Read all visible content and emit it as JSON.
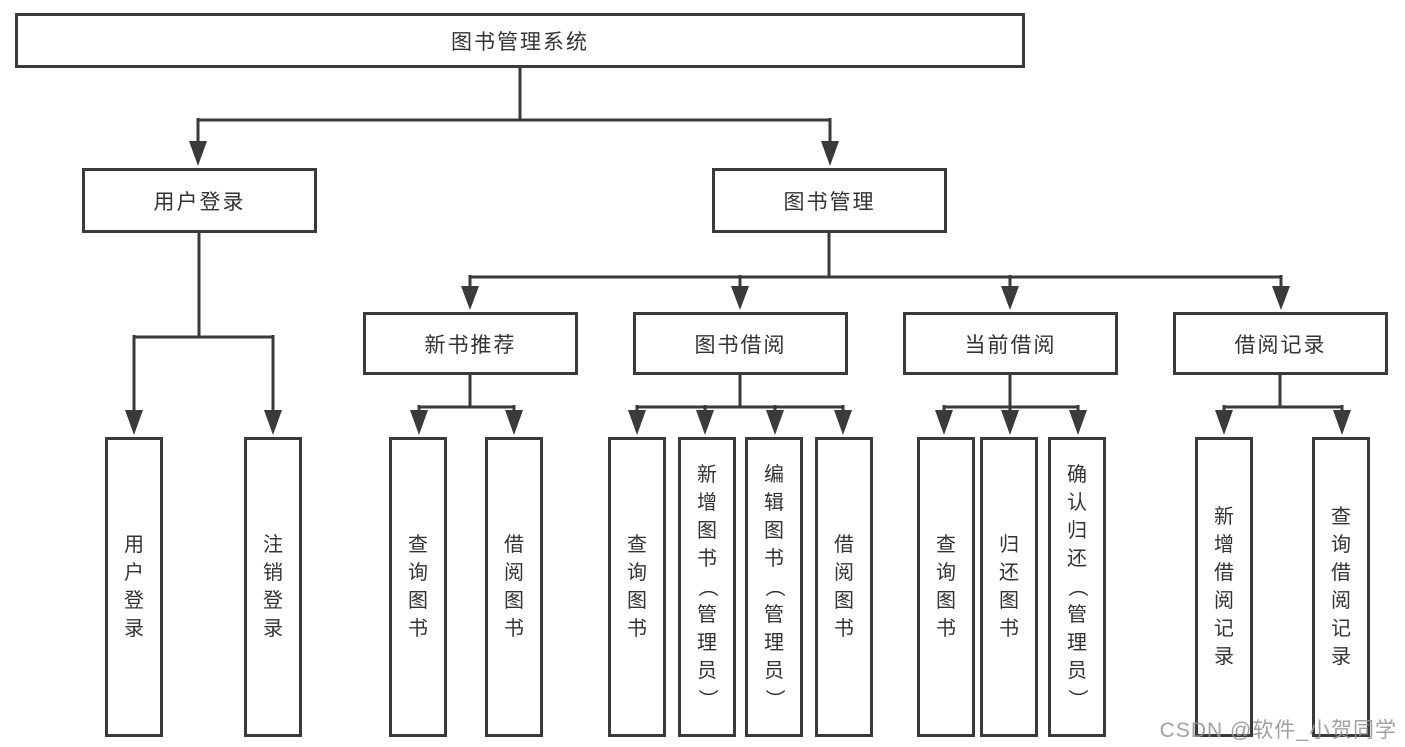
{
  "diagram": {
    "tree": {
      "label": "图书管理系统",
      "children": [
        {
          "label": "用户登录",
          "children": [
            {
              "label": "用户登录"
            },
            {
              "label": "注销登录"
            }
          ]
        },
        {
          "label": "图书管理",
          "children": [
            {
              "label": "新书推荐",
              "children": [
                {
                  "label": "查询图书"
                },
                {
                  "label": "借阅图书"
                }
              ]
            },
            {
              "label": "图书借阅",
              "children": [
                {
                  "label": "查询图书"
                },
                {
                  "label": "新增图书（管理员）"
                },
                {
                  "label": "编辑图书（管理员）"
                },
                {
                  "label": "借阅图书"
                }
              ]
            },
            {
              "label": "当前借阅",
              "children": [
                {
                  "label": "查询图书"
                },
                {
                  "label": "归还图书"
                },
                {
                  "label": "确认归还（管理员）"
                }
              ]
            },
            {
              "label": "借阅记录",
              "children": [
                {
                  "label": "新增借阅记录"
                },
                {
                  "label": "查询借阅记录"
                }
              ]
            }
          ]
        }
      ]
    },
    "colors": {
      "line": "#3a3a3a",
      "box_border": "#3a3a3a",
      "text": "#333333",
      "watermark_gray": "#969696",
      "background": "#ffffff"
    }
  },
  "watermark": {
    "text": "CSDN @软件_小贺同学"
  }
}
